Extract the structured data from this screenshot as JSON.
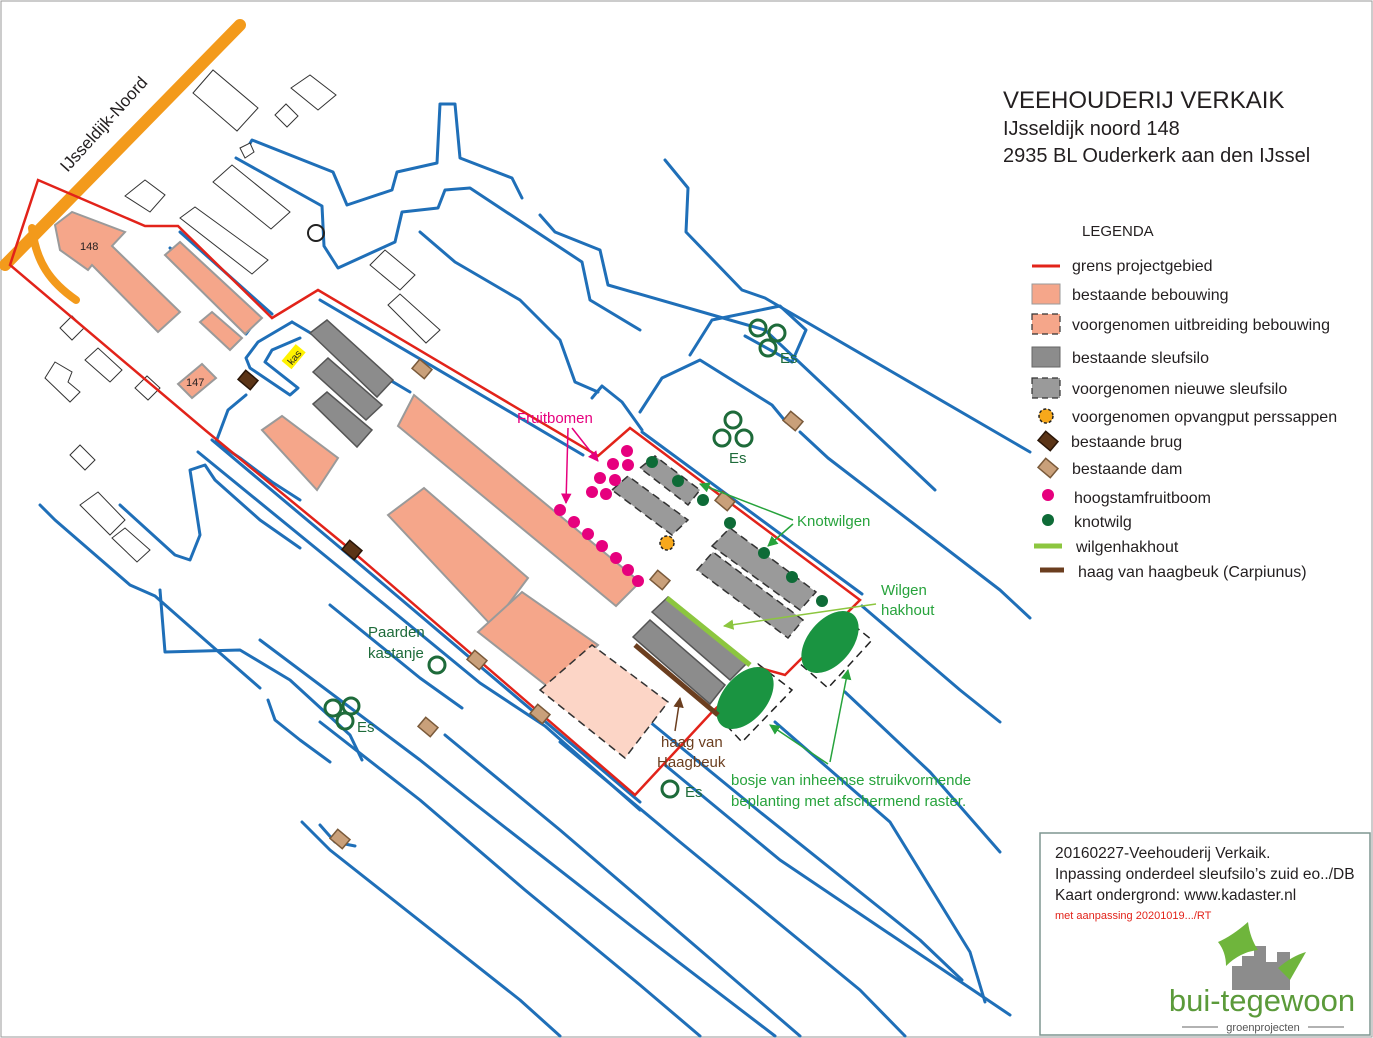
{
  "title": {
    "name": "VEEHOUDERIJ VERKAIK",
    "address": "IJsseldijk noord 148",
    "city": "2935 BL  Ouderkerk aan den IJssel"
  },
  "legend": {
    "heading": "LEGENDA",
    "items": [
      {
        "label": "grens projectgebied",
        "symbol": "red-line"
      },
      {
        "label": "bestaande bebouwing",
        "symbol": "salmon-block"
      },
      {
        "label": "voorgenomen uitbreiding bebouwing",
        "symbol": "dashed-salmon-block"
      },
      {
        "label": "bestaande sleufsilo",
        "symbol": "gray-block"
      },
      {
        "label": "voorgenomen nieuwe sleufsilo",
        "symbol": "dashed-gray-block"
      },
      {
        "label": "voorgenomen opvangput perssappen",
        "symbol": "orange-dashed-circle"
      },
      {
        "label": "bestaande brug",
        "symbol": "dark-brown-diamond"
      },
      {
        "label": "bestaande dam",
        "symbol": "tan-diamond"
      },
      {
        "label": "hoogstamfruitboom",
        "symbol": "magenta-dot"
      },
      {
        "label": "knotwilg",
        "symbol": "green-dot"
      },
      {
        "label": "wilgenhakhout",
        "symbol": "light-green-line"
      },
      {
        "label": "haag van haagbeuk (Carpiunus)",
        "symbol": "brown-line"
      }
    ]
  },
  "map": {
    "road_label": "IJsseldijk-Noord",
    "house_numbers": [
      "148",
      "147"
    ],
    "greenhouse_label": "kas",
    "tree_label": "Es",
    "annotations": {
      "fruitbomen": "Fruitbomen",
      "knotwilgen": "Knotwilgen",
      "wilgen_hakhout": [
        "Wilgen",
        "hakhout"
      ],
      "paarden_kastanje": [
        "Paarden",
        "kastanje"
      ],
      "haag": [
        "haag van",
        "Haagbeuk"
      ],
      "bosje": [
        "bosje van inheemse struikvormende",
        "beplanting met afschermend raster."
      ]
    }
  },
  "info_box": {
    "lines": [
      "20160227-Veehouderij Verkaik.",
      "Inpassing onderdeel sleufsilo’s zuid eo../DB",
      "Kaart ondergrond: www.kadaster.nl"
    ],
    "revision": "met aanpassing 20201019.../RT"
  },
  "logo": {
    "name": "bui-tegewoon",
    "tagline": "groenprojecten"
  },
  "colors": {
    "boundary": "#e2231a",
    "ditch": "#1f6fb8",
    "road": "#f39a1b",
    "existing_building": "#f5a68a",
    "planned_building": "#fcd5c6",
    "silo": "#8c8c8c",
    "fruit_tree": "#e6007e",
    "pollard_willow": "#0e6b37",
    "willow_coppice": "#8cc63f",
    "hedge": "#6b3e1f",
    "shrub_plantation": "#1a9441"
  }
}
